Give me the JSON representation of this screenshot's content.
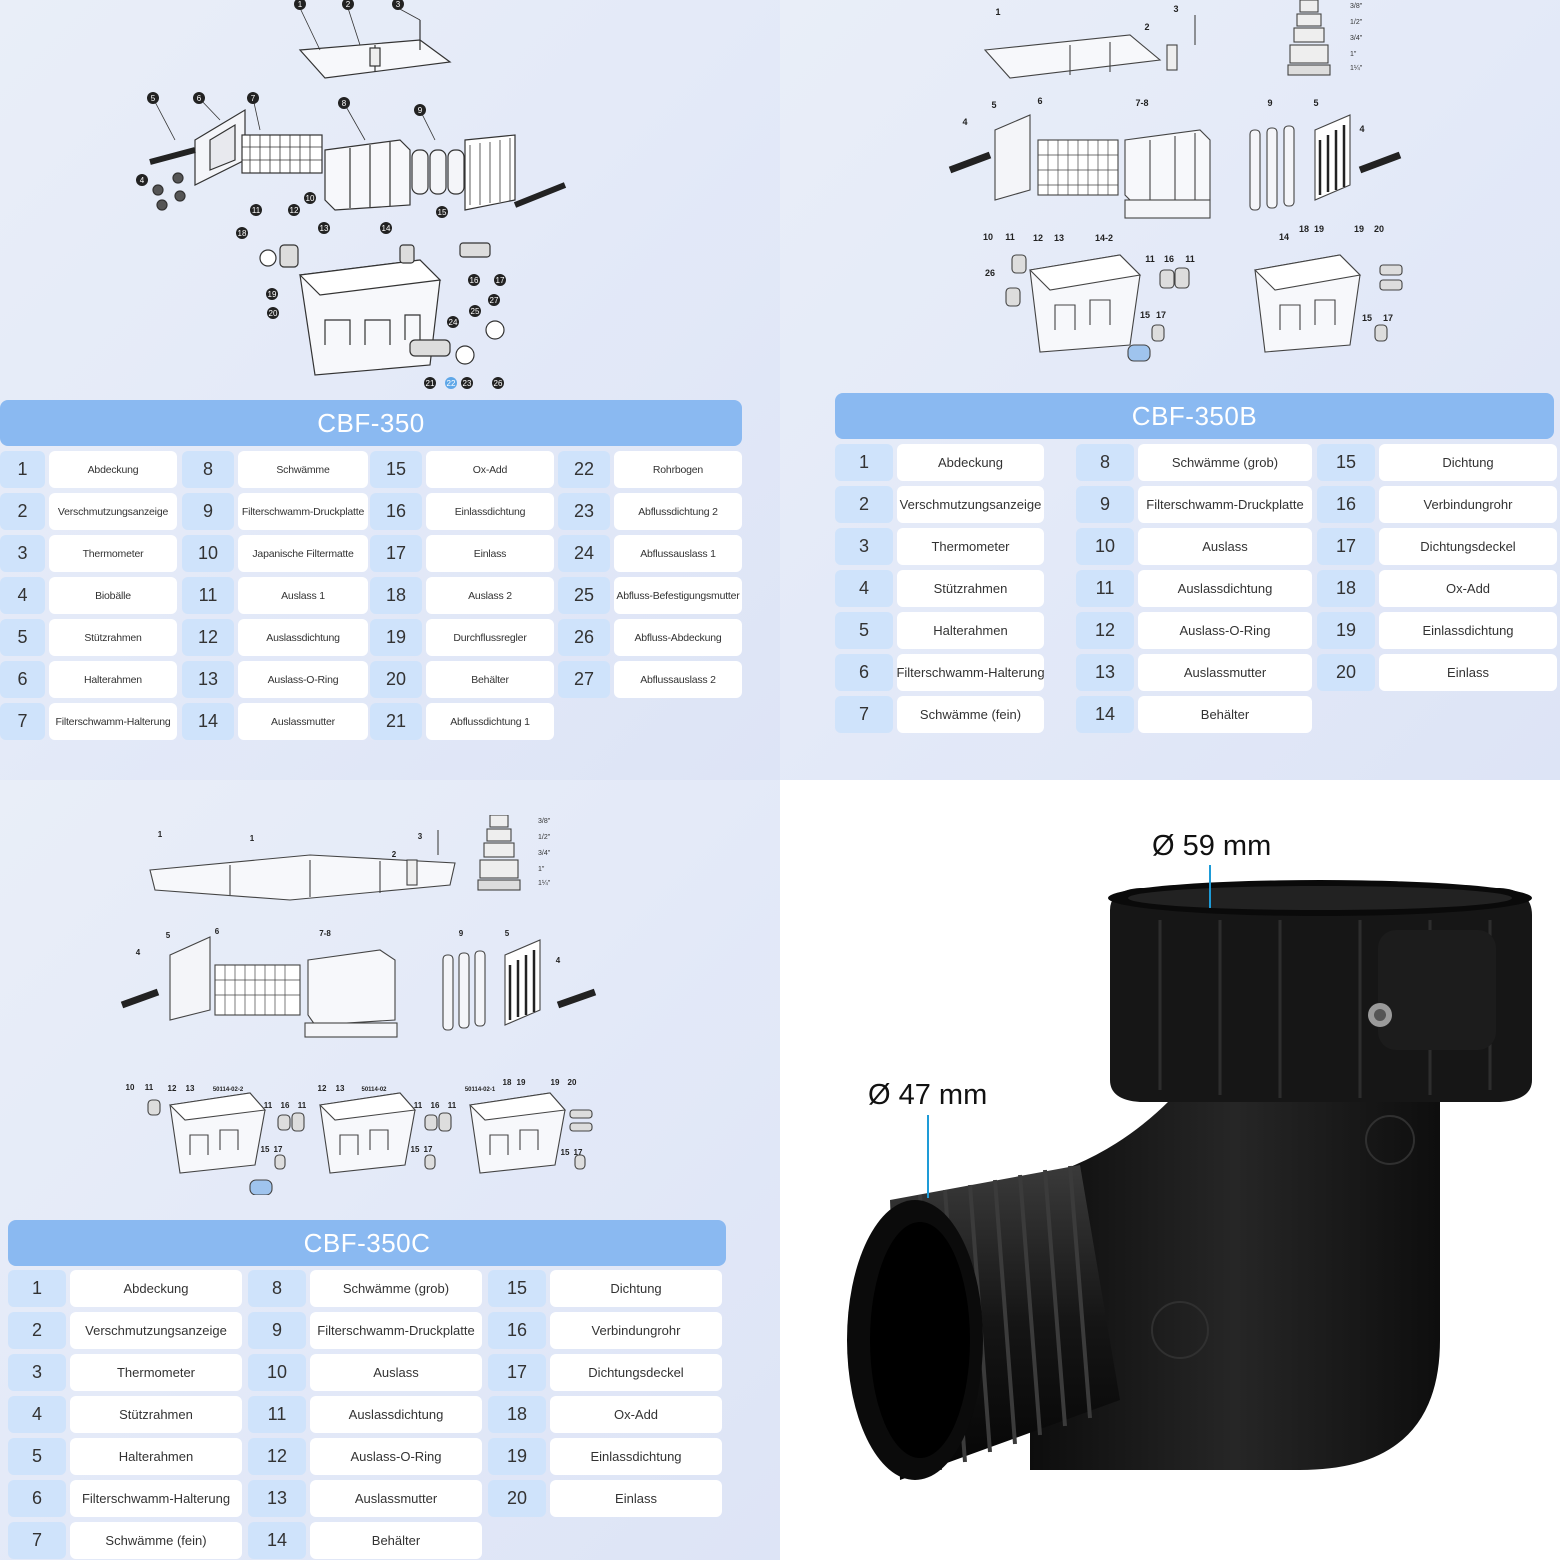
{
  "tables": [
    {
      "title": "CBF-350",
      "parts": [
        [
          "1",
          "Abdeckung"
        ],
        [
          "2",
          "Verschmutzungsanzeige"
        ],
        [
          "3",
          "Thermometer"
        ],
        [
          "4",
          "Biobälle"
        ],
        [
          "5",
          "Stützrahmen"
        ],
        [
          "6",
          "Halterahmen"
        ],
        [
          "7",
          "Filterschwamm-Halterung"
        ],
        [
          "8",
          "Schwämme"
        ],
        [
          "9",
          "Filterschwamm-Druckplatte"
        ],
        [
          "10",
          "Japanische Filtermatte"
        ],
        [
          "11",
          "Auslass 1"
        ],
        [
          "12",
          "Auslassdichtung"
        ],
        [
          "13",
          "Auslass-O-Ring"
        ],
        [
          "14",
          "Auslassmutter"
        ],
        [
          "15",
          "Ox-Add"
        ],
        [
          "16",
          "Einlassdichtung"
        ],
        [
          "17",
          "Einlass"
        ],
        [
          "18",
          "Auslass 2"
        ],
        [
          "19",
          "Durchflussregler"
        ],
        [
          "20",
          "Behälter"
        ],
        [
          "21",
          "Abflussdichtung 1"
        ],
        [
          "22",
          "Rohrbogen"
        ],
        [
          "23",
          "Abflussdichtung 2"
        ],
        [
          "24",
          "Abflussauslass 1"
        ],
        [
          "25",
          "Abfluss-Befestigungsmutter"
        ],
        [
          "26",
          "Abfluss-Abdeckung"
        ],
        [
          "27",
          "Abflussauslass 2"
        ]
      ]
    },
    {
      "title": "CBF-350B",
      "parts": [
        [
          "1",
          "Abdeckung"
        ],
        [
          "2",
          "Verschmutzungsanzeige"
        ],
        [
          "3",
          "Thermometer"
        ],
        [
          "4",
          "Stützrahmen"
        ],
        [
          "5",
          "Halterahmen"
        ],
        [
          "6",
          "Filterschwamm-Halterung"
        ],
        [
          "7",
          "Schwämme (fein)"
        ],
        [
          "8",
          "Schwämme (grob)"
        ],
        [
          "9",
          "Filterschwamm-Druckplatte"
        ],
        [
          "10",
          "Auslass"
        ],
        [
          "11",
          "Auslassdichtung"
        ],
        [
          "12",
          "Auslass-O-Ring"
        ],
        [
          "13",
          "Auslassmutter"
        ],
        [
          "14",
          "Behälter"
        ],
        [
          "15",
          "Dichtung"
        ],
        [
          "16",
          "Verbindungrohr"
        ],
        [
          "17",
          "Dichtungsdeckel"
        ],
        [
          "18",
          "Ox-Add"
        ],
        [
          "19",
          "Einlassdichtung"
        ],
        [
          "20",
          "Einlass"
        ]
      ]
    },
    {
      "title": "CBF-350C",
      "parts": [
        [
          "1",
          "Abdeckung"
        ],
        [
          "2",
          "Verschmutzungsanzeige"
        ],
        [
          "3",
          "Thermometer"
        ],
        [
          "4",
          "Stützrahmen"
        ],
        [
          "5",
          "Halterahmen"
        ],
        [
          "6",
          "Filterschwamm-Halterung"
        ],
        [
          "7",
          "Schwämme (fein)"
        ],
        [
          "8",
          "Schwämme (grob)"
        ],
        [
          "9",
          "Filterschwamm-Druckplatte"
        ],
        [
          "10",
          "Auslass"
        ],
        [
          "11",
          "Auslassdichtung"
        ],
        [
          "12",
          "Auslass-O-Ring"
        ],
        [
          "13",
          "Auslassmutter"
        ],
        [
          "14",
          "Behälter"
        ],
        [
          "15",
          "Dichtung"
        ],
        [
          "16",
          "Verbindungrohr"
        ],
        [
          "17",
          "Dichtungsdeckel"
        ],
        [
          "18",
          "Ox-Add"
        ],
        [
          "19",
          "Einlassdichtung"
        ],
        [
          "20",
          "Einlass"
        ]
      ]
    }
  ],
  "diagram_labels": {
    "d1": [
      "1",
      "2",
      "3",
      "5",
      "6",
      "7",
      "8",
      "9",
      "4",
      "10",
      "11",
      "12",
      "13",
      "14",
      "15",
      "16",
      "17",
      "18",
      "19",
      "20",
      "21",
      "22",
      "23",
      "24",
      "25",
      "26",
      "27"
    ],
    "d2": [
      "1",
      "2",
      "3",
      "4",
      "5",
      "6",
      "7-8",
      "9",
      "5",
      "4",
      "10",
      "11",
      "12",
      "13",
      "14-2",
      "11",
      "16",
      "11",
      "26",
      "15",
      "17",
      "14",
      "18",
      "19",
      "19",
      "20",
      "15",
      "17"
    ],
    "d3": [
      "1",
      "1",
      "2",
      "3",
      "4",
      "5",
      "6",
      "7-8",
      "9",
      "5",
      "4",
      "10",
      "11",
      "12",
      "13",
      "50114-02-2",
      "12",
      "13",
      "50114-02",
      "50114-02-1",
      "18",
      "19",
      "19",
      "20",
      "11",
      "16",
      "11",
      "11",
      "16",
      "11",
      "15",
      "17",
      "15",
      "17",
      "15",
      "17"
    ],
    "fittings": [
      "3/8\"",
      "1/2\"",
      "3/4\"",
      "1\"",
      "1¼\""
    ]
  },
  "dimensions": {
    "top": "Ø 59 mm",
    "side": "Ø 47 mm"
  },
  "colors": {
    "title_bar": "#8ab9f1",
    "num_cell": "#cfe3fb",
    "name_cell": "#ffffff",
    "background": "#e6ecf8",
    "fitting": "#151515",
    "dim_line": "#1e9bd7"
  }
}
